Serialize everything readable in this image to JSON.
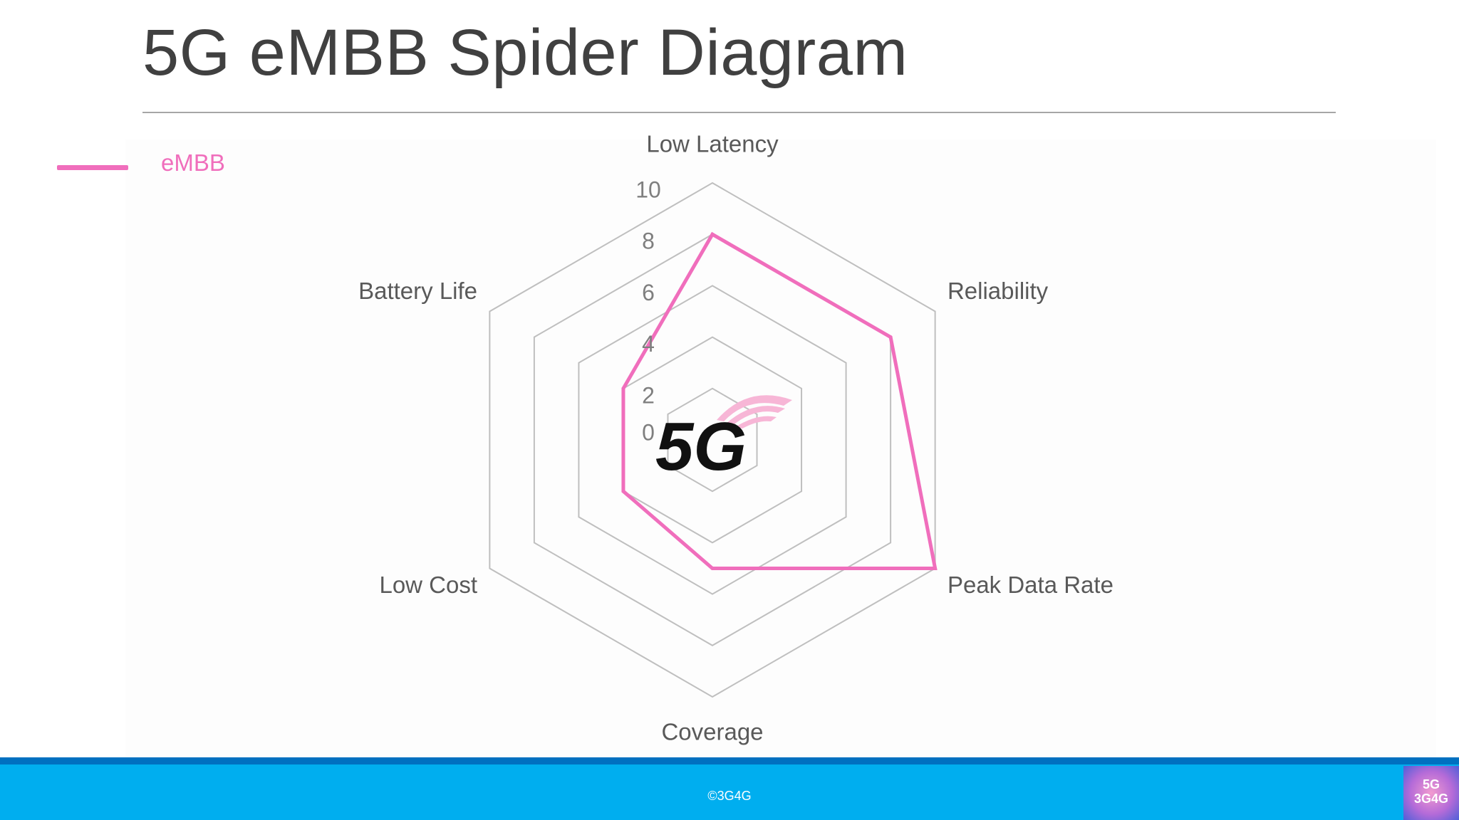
{
  "slide": {
    "title": "5G eMBB Spider Diagram",
    "footer_text": "©3G4G",
    "footer_logo_line1": "5G",
    "footer_logo_line2": "3G4G"
  },
  "colors": {
    "series": "#f06ebc",
    "grid": "#bfbfbf",
    "axis_label": "#595959",
    "tick_label": "#7f7f7f",
    "footer_band": "#00aeef",
    "footer_stripe": "#0070c0"
  },
  "center_logo": {
    "text": "5G",
    "icon": "5g-signal-logo"
  },
  "chart_data": {
    "type": "radar",
    "axes": [
      "Low Latency",
      "Reliability",
      "Peak Data Rate",
      "Coverage",
      "Low Cost",
      "Battery Life"
    ],
    "rlim": [
      0,
      10
    ],
    "ticks": [
      0,
      2,
      4,
      6,
      8,
      10
    ],
    "grid": true,
    "legend_position": "top-left",
    "series": [
      {
        "name": "eMBB",
        "values": [
          8,
          8,
          10,
          5,
          4,
          4
        ]
      }
    ]
  }
}
